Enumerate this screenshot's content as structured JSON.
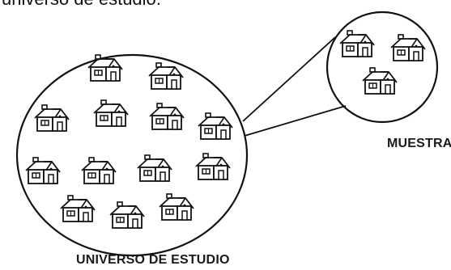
{
  "caption": "universo de estudio.",
  "labels": {
    "sample": "MUESTRA",
    "universe": "UNIVERSO DE ESTUDIO"
  },
  "colors": {
    "stroke": "#111111",
    "background": "#ffffff"
  },
  "icons": {
    "house": "house-icon"
  }
}
